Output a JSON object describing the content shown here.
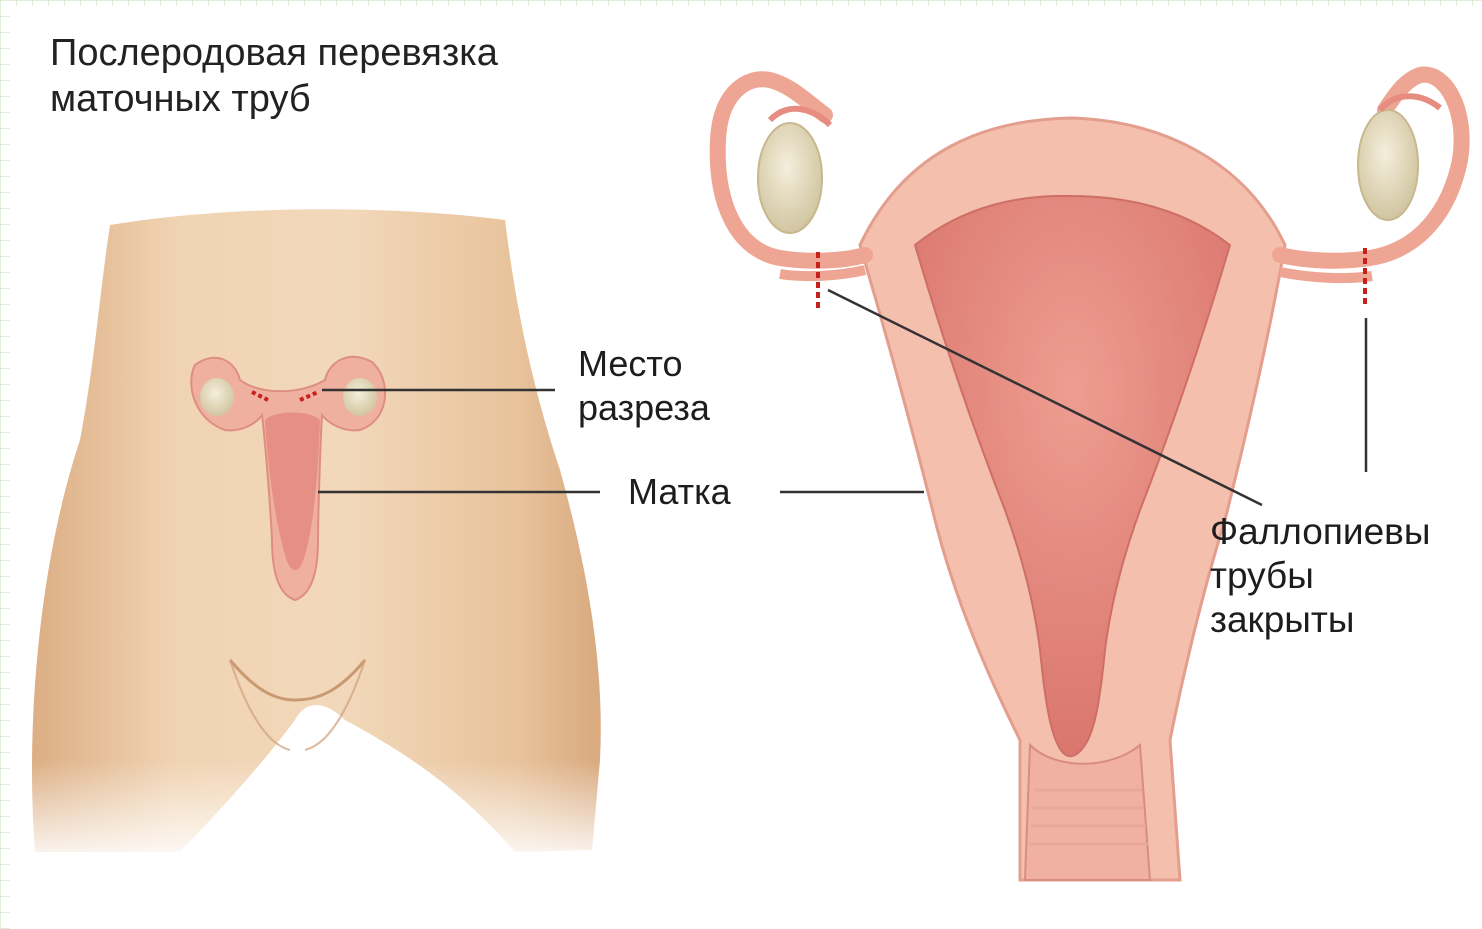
{
  "title": "Послеродовая перевязка\nматочных труб",
  "labels": {
    "incision": "Место\nразреза",
    "uterus": "Матка",
    "tubes_closed": "Фаллопиевы\nтрубы\nзакрыты"
  },
  "colors": {
    "skin": "#ebc9a4",
    "uterus_wall": "#f3b5a5",
    "uterus_cavity": "#e48a80",
    "ovary": "#e4dcc0",
    "ligature": "#c8201a",
    "leader_line": "#333333"
  }
}
